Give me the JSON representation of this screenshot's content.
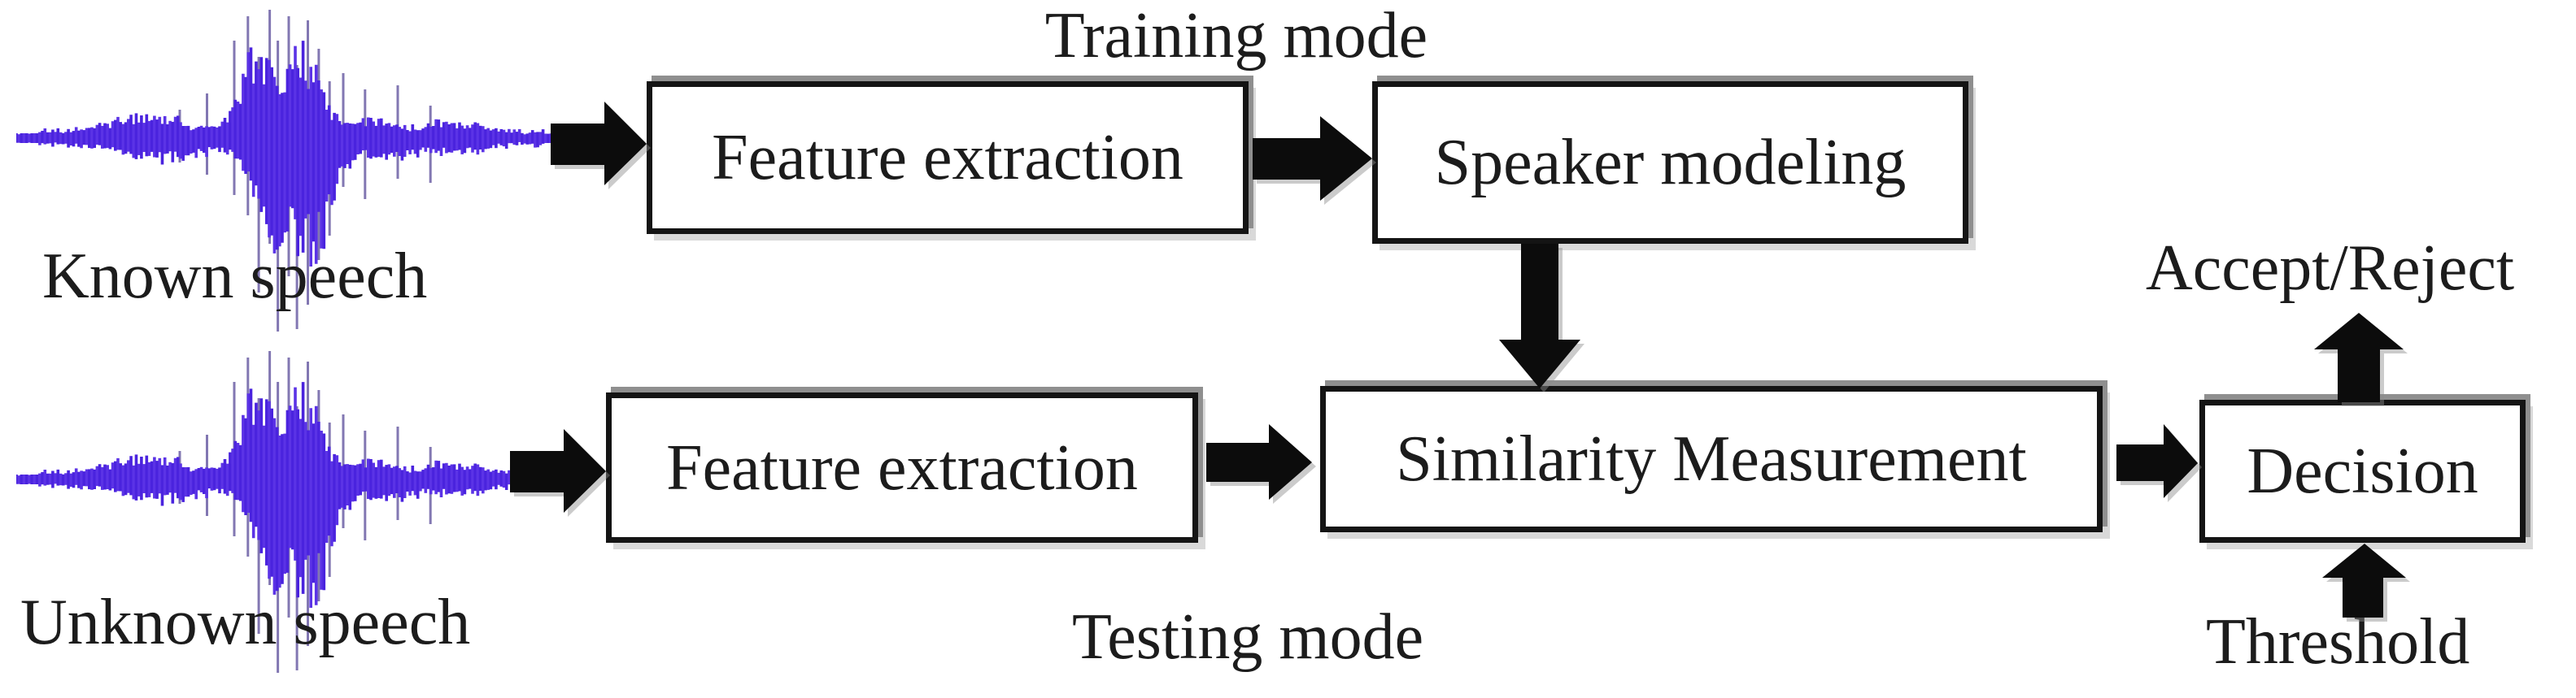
{
  "diagram": {
    "modes": {
      "training": "Training mode",
      "testing": "Testing mode"
    },
    "inputs": {
      "known": "Known speech",
      "unknown": "Unknown speech"
    },
    "outputs": {
      "accept_reject": "Accept/Reject",
      "threshold": "Threshold"
    },
    "boxes": {
      "feature_extraction_training": "Feature extraction",
      "speaker_modeling": "Speaker modeling",
      "feature_extraction_testing": "Feature extraction",
      "similarity_measurement": "Similarity Measurement",
      "decision": "Decision"
    },
    "colors": {
      "waveform_main": "#4a23de",
      "waveform_alt": "#5b33e6",
      "waveform_spike": "#8277b2",
      "arrow": "#0c0c0c",
      "box_border": "#141414",
      "text": "#1c1c1c",
      "background": "#ffffff",
      "shadow_dark": "#8f8f8f",
      "shadow_light": "#d9d9d9"
    }
  }
}
